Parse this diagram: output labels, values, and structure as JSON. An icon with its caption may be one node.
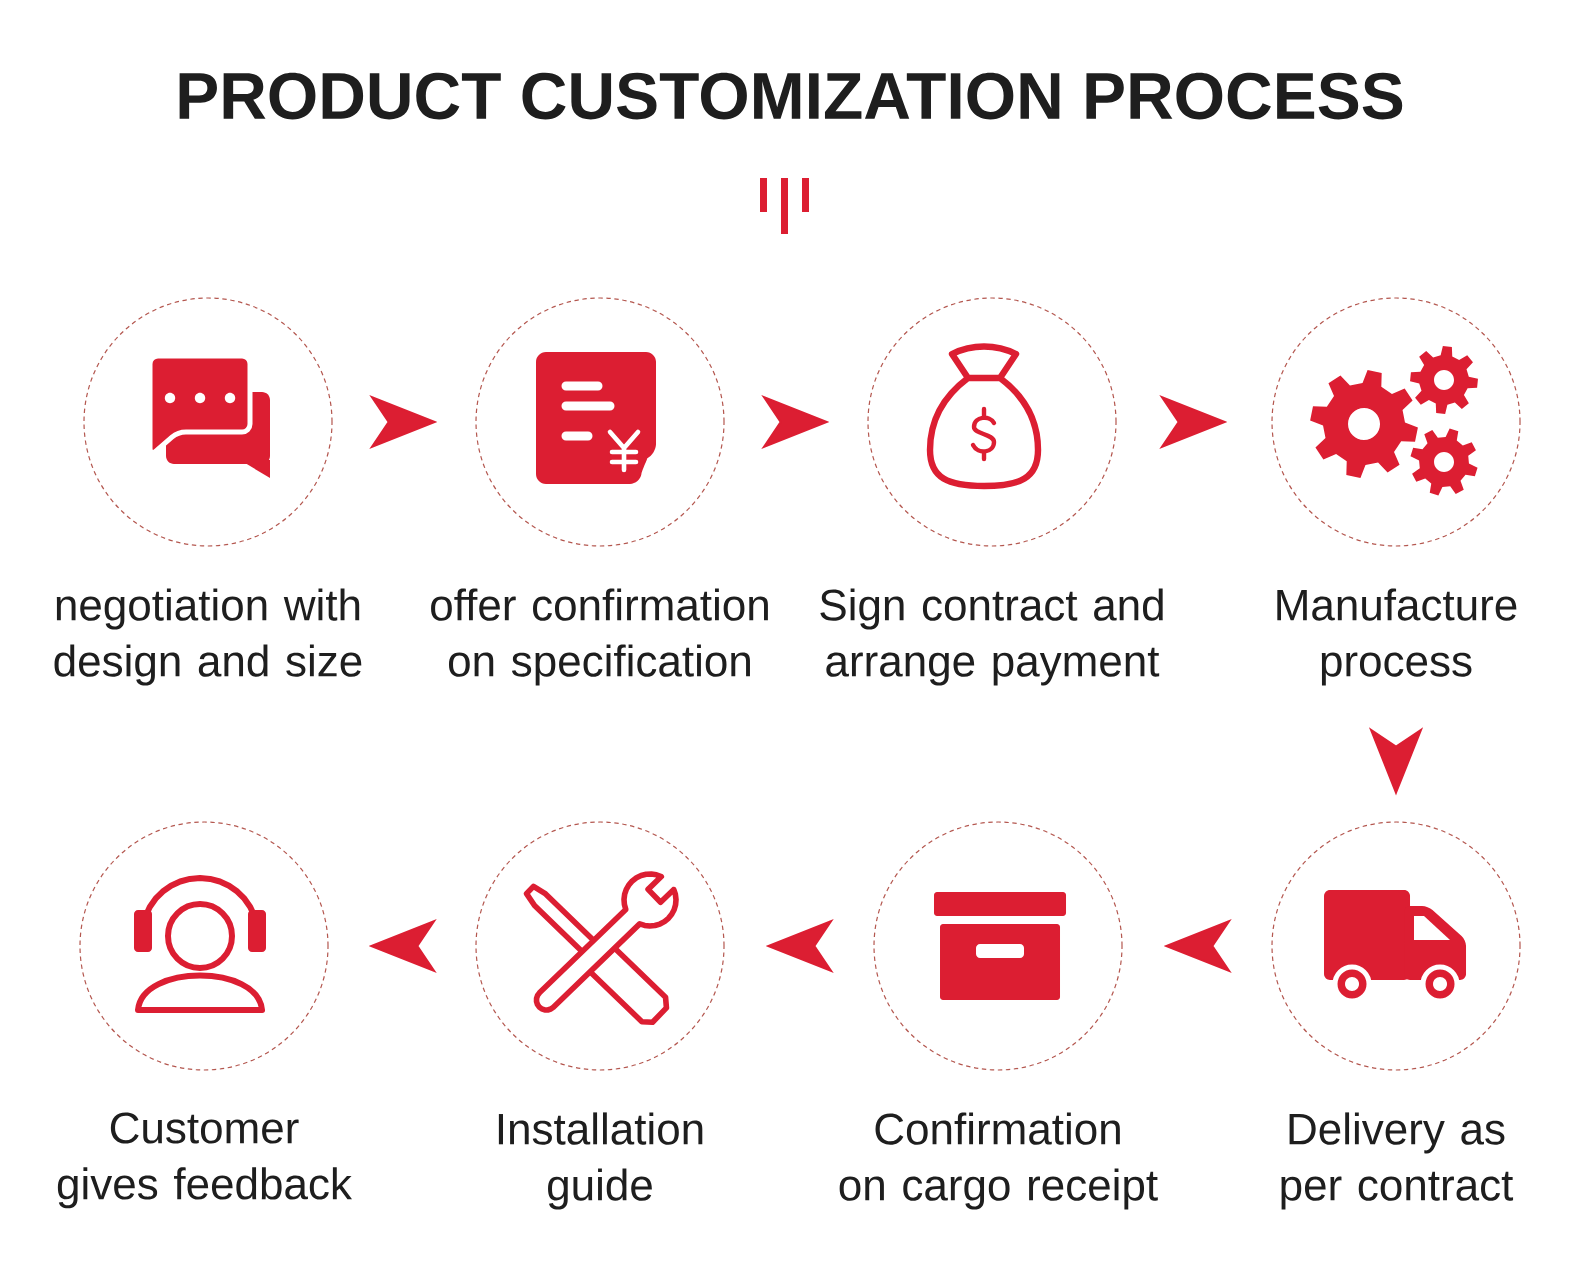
{
  "diagram": {
    "title": "PRODUCT CUSTOMIZATION PROCESS",
    "nodes": [
      {
        "text": [
          "negotiation with design and size"
        ]
      },
      {
        "text": [
          "offer confirmation on specification"
        ]
      },
      {
        "text": [
          "Sign contract and arrange payment"
        ]
      },
      {
        "text": [
          "Manufacture process"
        ]
      },
      {
        "text": [
          "Delivery as per contract"
        ]
      },
      {
        "text": [
          "Confirmation on cargo receipt"
        ]
      },
      {
        "text": [
          "Installation guide"
        ]
      },
      {
        "text": [
          "Customer gives feedback"
        ]
      }
    ],
    "edges": [
      {
        "from": 0,
        "to": 1,
        "arrow": "to"
      },
      {
        "from": 1,
        "to": 2,
        "arrow": "to"
      },
      {
        "from": 2,
        "to": 3,
        "arrow": "to"
      },
      {
        "from": 3,
        "to": 4,
        "arrow": "to"
      },
      {
        "from": 4,
        "to": 5,
        "arrow": "to"
      },
      {
        "from": 5,
        "to": 6,
        "arrow": "to"
      },
      {
        "from": 6,
        "to": 7,
        "arrow": "to"
      }
    ]
  }
}
